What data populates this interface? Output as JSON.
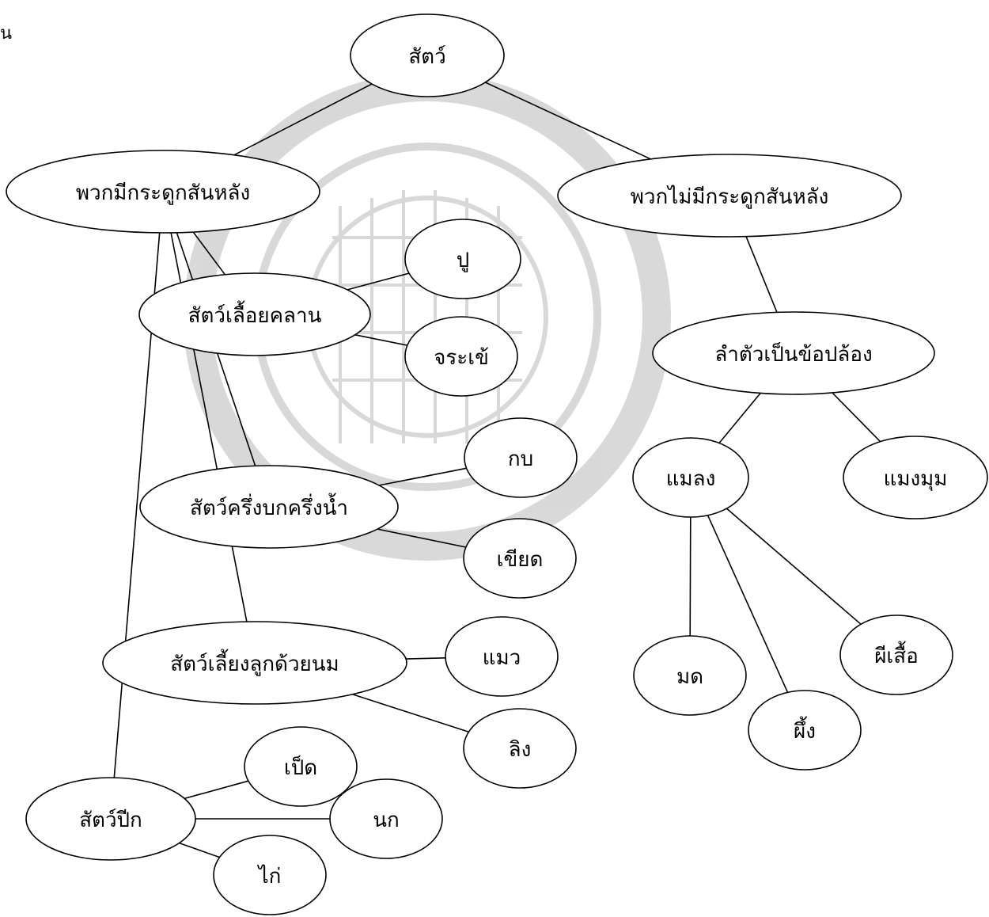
{
  "corner_mark": "น",
  "nodes": {
    "animal": "สัตว์",
    "vertebrates": "พวกมีกระดูกสันหลัง",
    "invertebrates": "พวกไม่มีกระดูกสันหลัง",
    "reptiles": "สัตว์เลื้อยคลาน",
    "crab": "ปู",
    "crocodile": "จระเข้",
    "amphibians": "สัตว์ครึ่งบกครึ่งน้ำ",
    "frog": "กบ",
    "toad": "เขียด",
    "mammals": "สัตว์เลี้ยงลูกด้วยนม",
    "cat": "แมว",
    "monkey": "ลิง",
    "birds": "สัตว์ปีก",
    "duck": "เป็ด",
    "bird": "นก",
    "chicken": "ไก่",
    "arthropods": "ลำตัวเป็นข้อปล้อง",
    "insects": "แมลง",
    "spider": "แมงมุม",
    "ant": "มด",
    "bee": "ผึ้ง",
    "butterfly": "ผีเสื้อ"
  },
  "edges": [
    [
      "animal",
      "vertebrates"
    ],
    [
      "animal",
      "invertebrates"
    ],
    [
      "vertebrates",
      "reptiles"
    ],
    [
      "vertebrates",
      "amphibians"
    ],
    [
      "vertebrates",
      "mammals"
    ],
    [
      "vertebrates",
      "birds"
    ],
    [
      "reptiles",
      "crab"
    ],
    [
      "reptiles",
      "crocodile"
    ],
    [
      "amphibians",
      "frog"
    ],
    [
      "amphibians",
      "toad"
    ],
    [
      "mammals",
      "cat"
    ],
    [
      "mammals",
      "monkey"
    ],
    [
      "birds",
      "duck"
    ],
    [
      "birds",
      "bird"
    ],
    [
      "birds",
      "chicken"
    ],
    [
      "invertebrates",
      "arthropods"
    ],
    [
      "arthropods",
      "insects"
    ],
    [
      "arthropods",
      "spider"
    ],
    [
      "insects",
      "ant"
    ],
    [
      "insects",
      "bee"
    ],
    [
      "insects",
      "butterfly"
    ]
  ]
}
